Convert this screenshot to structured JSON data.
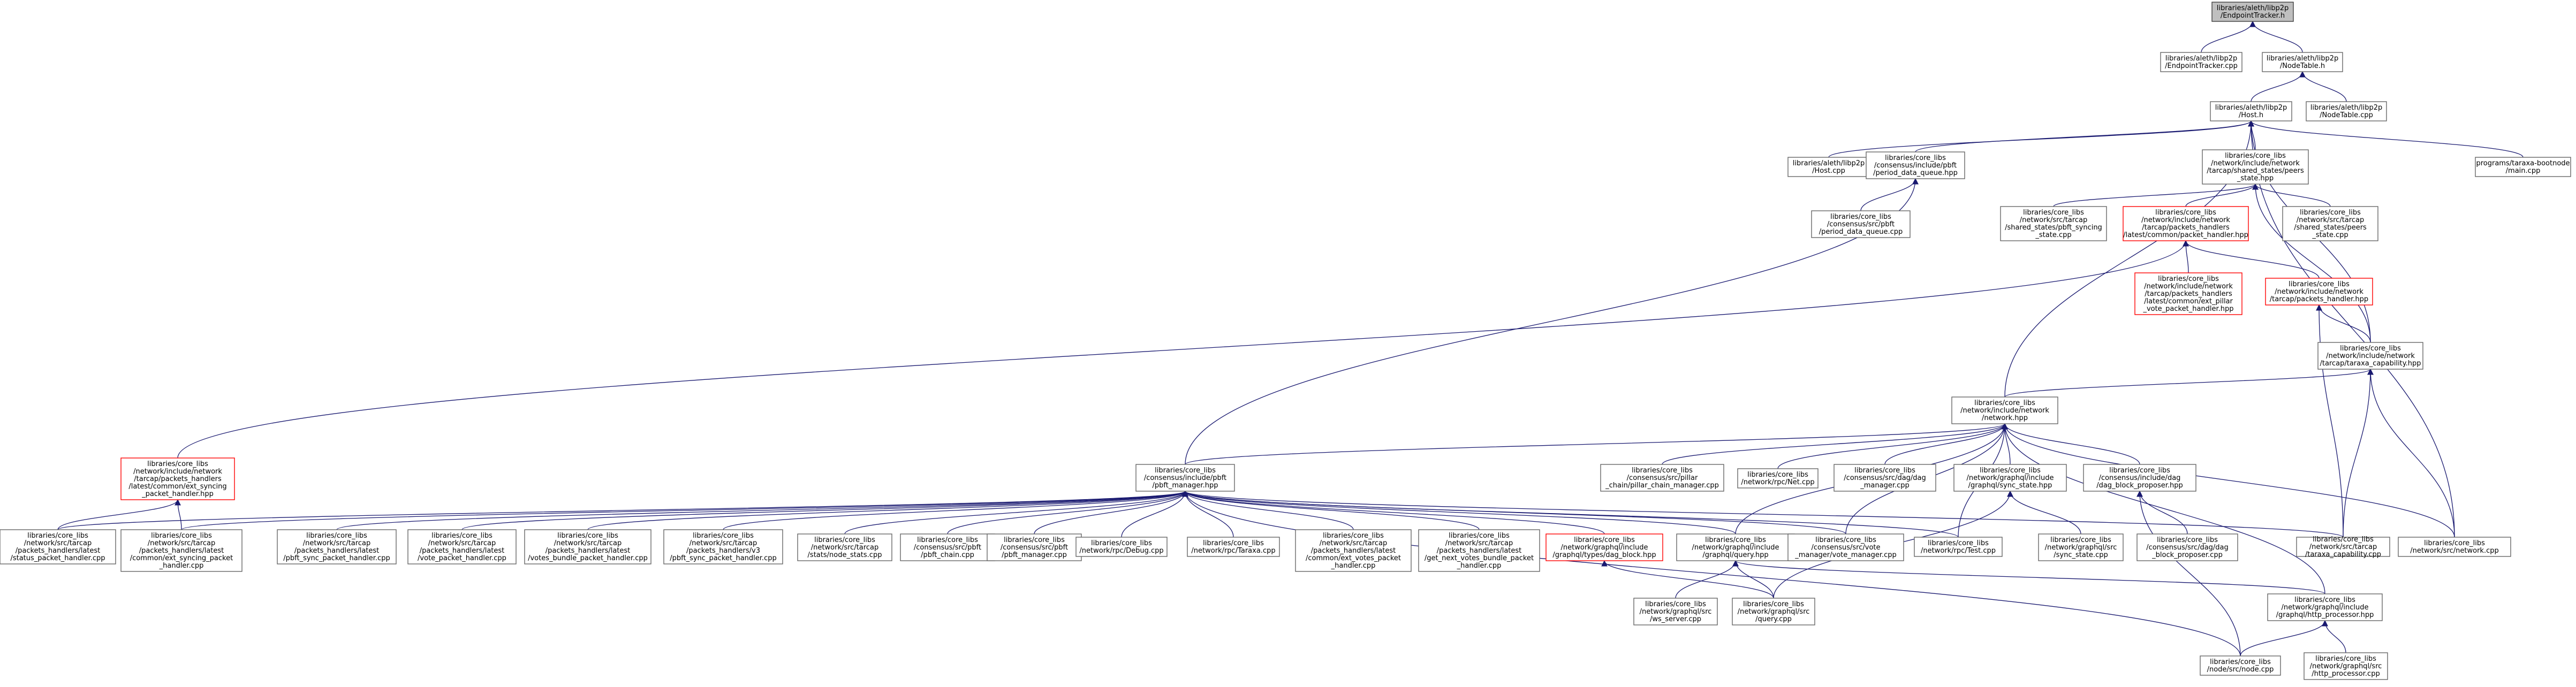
{
  "colors": {
    "edge": "#191970",
    "root_fill": "#bfbfbf",
    "box_border": "#666666",
    "incomplete_border": "#ff0000"
  },
  "nodes": [
    {
      "id": "endpoint_h",
      "lines": [
        "libraries/aleth/libp2p",
        "/EndpointTracker.h"
      ],
      "style": "root"
    },
    {
      "id": "endpoint_cpp",
      "lines": [
        "libraries/aleth/libp2p",
        "/EndpointTracker.cpp"
      ]
    },
    {
      "id": "nodetable_h",
      "lines": [
        "libraries/aleth/libp2p",
        "/NodeTable.h"
      ]
    },
    {
      "id": "host_h",
      "lines": [
        "libraries/aleth/libp2p",
        "/Host.h"
      ]
    },
    {
      "id": "nodetable_cpp",
      "lines": [
        "libraries/aleth/libp2p",
        "/NodeTable.cpp"
      ]
    },
    {
      "id": "host_cpp",
      "lines": [
        "libraries/aleth/libp2p",
        "/Host.cpp"
      ]
    },
    {
      "id": "pdq_hpp",
      "lines": [
        "libraries/core_libs",
        "/consensus/include/pbft",
        "/period_data_queue.hpp"
      ]
    },
    {
      "id": "peers_state_hpp",
      "lines": [
        "libraries/core_libs",
        "/network/include/network",
        "/tarcap/shared_states/peers",
        "_state.hpp"
      ]
    },
    {
      "id": "bootnode_main",
      "lines": [
        "programs/taraxa-bootnode",
        "/main.cpp"
      ]
    },
    {
      "id": "pdq_cpp",
      "lines": [
        "libraries/core_libs",
        "/consensus/src/pbft",
        "/period_data_queue.cpp"
      ]
    },
    {
      "id": "pbft_syncing_state",
      "lines": [
        "libraries/core_libs",
        "/network/src/tarcap",
        "/shared_states/pbft_syncing",
        "_state.cpp"
      ]
    },
    {
      "id": "packet_handler_common",
      "lines": [
        "libraries/core_libs",
        "/network/include/network",
        "/tarcap/packets_handlers",
        "/latest/common/packet_handler.hpp"
      ],
      "style": "red"
    },
    {
      "id": "peers_state_cpp",
      "lines": [
        "libraries/core_libs",
        "/network/src/tarcap",
        "/shared_states/peers",
        "_state.cpp"
      ]
    },
    {
      "id": "ext_pillar_vote",
      "lines": [
        "libraries/core_libs",
        "/network/include/network",
        "/tarcap/packets_handlers",
        "/latest/common/ext_pillar",
        "_vote_packet_handler.hpp"
      ],
      "style": "red"
    },
    {
      "id": "packets_handler_hpp",
      "lines": [
        "libraries/core_libs",
        "/network/include/network",
        "/tarcap/packets_handler.hpp"
      ],
      "style": "red"
    },
    {
      "id": "taraxa_capability_hpp",
      "lines": [
        "libraries/core_libs",
        "/network/include/network",
        "/tarcap/taraxa_capability.hpp"
      ]
    },
    {
      "id": "network_hpp",
      "lines": [
        "libraries/core_libs",
        "/network/include/network",
        "/network.hpp"
      ]
    },
    {
      "id": "ext_syncing_hpp",
      "lines": [
        "libraries/core_libs",
        "/network/include/network",
        "/tarcap/packets_handlers",
        "/latest/common/ext_syncing",
        "_packet_handler.hpp"
      ],
      "style": "red"
    },
    {
      "id": "pbft_manager_hpp",
      "lines": [
        "libraries/core_libs",
        "/consensus/include/pbft",
        "/pbft_manager.hpp"
      ]
    },
    {
      "id": "pillar_chain_mgr",
      "lines": [
        "libraries/core_libs",
        "/consensus/src/pillar",
        "_chain/pillar_chain_manager.cpp"
      ]
    },
    {
      "id": "rpc_net",
      "lines": [
        "libraries/core_libs",
        "/network/rpc/Net.cpp"
      ]
    },
    {
      "id": "dag_manager",
      "lines": [
        "libraries/core_libs",
        "/consensus/src/dag/dag",
        "_manager.cpp"
      ]
    },
    {
      "id": "sync_state_hpp",
      "lines": [
        "libraries/core_libs",
        "/network/graphql/include",
        "/graphql/sync_state.hpp"
      ]
    },
    {
      "id": "dag_block_proposer_hpp",
      "lines": [
        "libraries/core_libs",
        "/consensus/include/dag",
        "/dag_block_proposer.hpp"
      ]
    },
    {
      "id": "status_handler",
      "lines": [
        "libraries/core_libs",
        "/network/src/tarcap",
        "/packets_handlers/latest",
        "/status_packet_handler.cpp"
      ]
    },
    {
      "id": "ext_syncing_cpp",
      "lines": [
        "libraries/core_libs",
        "/network/src/tarcap",
        "/packets_handlers/latest",
        "/common/ext_syncing_packet",
        "_handler.cpp"
      ]
    },
    {
      "id": "pbft_sync_v1",
      "lines": [
        "libraries/core_libs",
        "/network/src/tarcap",
        "/packets_handlers/latest",
        "/pbft_sync_packet_handler.cpp"
      ]
    },
    {
      "id": "vote_handler",
      "lines": [
        "libraries/core_libs",
        "/network/src/tarcap",
        "/packets_handlers/latest",
        "/vote_packet_handler.cpp"
      ]
    },
    {
      "id": "votes_bundle",
      "lines": [
        "libraries/core_libs",
        "/network/src/tarcap",
        "/packets_handlers/latest",
        "/votes_bundle_packet_handler.cpp"
      ]
    },
    {
      "id": "pbft_sync_v3",
      "lines": [
        "libraries/core_libs",
        "/network/src/tarcap",
        "/packets_handlers/v3",
        "/pbft_sync_packet_handler.cpp"
      ]
    },
    {
      "id": "node_stats",
      "lines": [
        "libraries/core_libs",
        "/network/src/tarcap",
        "/stats/node_stats.cpp"
      ]
    },
    {
      "id": "pbft_chain",
      "lines": [
        "libraries/core_libs",
        "/consensus/src/pbft",
        "/pbft_chain.cpp"
      ]
    },
    {
      "id": "pbft_manager_cpp",
      "lines": [
        "libraries/core_libs",
        "/consensus/src/pbft",
        "/pbft_manager.cpp"
      ]
    },
    {
      "id": "rpc_debug",
      "lines": [
        "libraries/core_libs",
        "/network/rpc/Debug.cpp"
      ]
    },
    {
      "id": "rpc_taraxa",
      "lines": [
        "libraries/core_libs",
        "/network/rpc/Taraxa.cpp"
      ]
    },
    {
      "id": "ext_votes",
      "lines": [
        "libraries/core_libs",
        "/network/src/tarcap",
        "/packets_handlers/latest",
        "/common/ext_votes_packet",
        "_handler.cpp"
      ]
    },
    {
      "id": "get_next_votes",
      "lines": [
        "libraries/core_libs",
        "/network/src/tarcap",
        "/packets_handlers/latest",
        "/get_next_votes_bundle_packet",
        "_handler.cpp"
      ]
    },
    {
      "id": "dag_block_hpp",
      "lines": [
        "libraries/core_libs",
        "/network/graphql/include",
        "/graphql/types/dag_block.hpp"
      ],
      "style": "red"
    },
    {
      "id": "query_hpp",
      "lines": [
        "libraries/core_libs",
        "/network/graphql/include",
        "/graphql/query.hpp"
      ]
    },
    {
      "id": "vote_manager",
      "lines": [
        "libraries/core_libs",
        "/consensus/src/vote",
        "_manager/vote_manager.cpp"
      ]
    },
    {
      "id": "rpc_test",
      "lines": [
        "libraries/core_libs",
        "/network/rpc/Test.cpp"
      ]
    },
    {
      "id": "sync_state_cpp",
      "lines": [
        "libraries/core_libs",
        "/network/graphql/src",
        "/sync_state.cpp"
      ]
    },
    {
      "id": "dag_block_proposer_cpp",
      "lines": [
        "libraries/core_libs",
        "/consensus/src/dag/dag",
        "_block_proposer.cpp"
      ]
    },
    {
      "id": "taraxa_capability_cpp",
      "lines": [
        "libraries/core_libs",
        "/network/src/tarcap",
        "/taraxa_capability.cpp"
      ]
    },
    {
      "id": "network_cpp",
      "lines": [
        "libraries/core_libs",
        "/network/src/network.cpp"
      ]
    },
    {
      "id": "ws_server",
      "lines": [
        "libraries/core_libs",
        "/network/graphql/src",
        "/ws_server.cpp"
      ]
    },
    {
      "id": "query_cpp",
      "lines": [
        "libraries/core_libs",
        "/network/graphql/src",
        "/query.cpp"
      ]
    },
    {
      "id": "http_processor_hpp",
      "lines": [
        "libraries/core_libs",
        "/network/graphql/include",
        "/graphql/http_processor.hpp"
      ]
    },
    {
      "id": "node_cpp",
      "lines": [
        "libraries/core_libs",
        "/node/src/node.cpp"
      ]
    },
    {
      "id": "http_processor_cpp",
      "lines": [
        "libraries/core_libs",
        "/network/graphql/src",
        "/http_processor.cpp"
      ]
    }
  ],
  "edges": [
    [
      "endpoint_cpp",
      "endpoint_h"
    ],
    [
      "nodetable_h",
      "endpoint_h"
    ],
    [
      "host_h",
      "nodetable_h"
    ],
    [
      "nodetable_cpp",
      "nodetable_h"
    ],
    [
      "host_cpp",
      "host_h"
    ],
    [
      "pdq_hpp",
      "host_h"
    ],
    [
      "peers_state_hpp",
      "host_h"
    ],
    [
      "bootnode_main",
      "host_h"
    ],
    [
      "network_hpp",
      "host_h"
    ],
    [
      "taraxa_capability_hpp",
      "host_h"
    ],
    [
      "network_cpp",
      "host_h"
    ],
    [
      "pdq_cpp",
      "pdq_hpp"
    ],
    [
      "pbft_manager_hpp",
      "pdq_hpp"
    ],
    [
      "pbft_syncing_state",
      "peers_state_hpp"
    ],
    [
      "packet_handler_common",
      "peers_state_hpp"
    ],
    [
      "peers_state_cpp",
      "peers_state_hpp"
    ],
    [
      "taraxa_capability_hpp",
      "peers_state_hpp"
    ],
    [
      "ext_pillar_vote",
      "packet_handler_common"
    ],
    [
      "packets_handler_hpp",
      "packet_handler_common"
    ],
    [
      "ext_syncing_hpp",
      "packet_handler_common"
    ],
    [
      "taraxa_capability_hpp",
      "packets_handler_hpp"
    ],
    [
      "taraxa_capability_cpp",
      "packets_handler_hpp"
    ],
    [
      "network_hpp",
      "taraxa_capability_hpp"
    ],
    [
      "taraxa_capability_cpp",
      "taraxa_capability_hpp"
    ],
    [
      "network_cpp",
      "taraxa_capability_hpp"
    ],
    [
      "pbft_manager_hpp",
      "network_hpp"
    ],
    [
      "pillar_chain_mgr",
      "network_hpp"
    ],
    [
      "rpc_net",
      "network_hpp"
    ],
    [
      "dag_manager",
      "network_hpp"
    ],
    [
      "sync_state_hpp",
      "network_hpp"
    ],
    [
      "dag_block_proposer_hpp",
      "network_hpp"
    ],
    [
      "query_hpp",
      "network_hpp"
    ],
    [
      "vote_manager",
      "network_hpp"
    ],
    [
      "rpc_test",
      "network_hpp"
    ],
    [
      "network_cpp",
      "network_hpp"
    ],
    [
      "http_processor_hpp",
      "network_hpp"
    ],
    [
      "status_handler",
      "ext_syncing_hpp"
    ],
    [
      "ext_syncing_cpp",
      "ext_syncing_hpp"
    ],
    [
      "status_handler",
      "pbft_manager_hpp"
    ],
    [
      "ext_syncing_cpp",
      "pbft_manager_hpp"
    ],
    [
      "pbft_sync_v1",
      "pbft_manager_hpp"
    ],
    [
      "vote_handler",
      "pbft_manager_hpp"
    ],
    [
      "votes_bundle",
      "pbft_manager_hpp"
    ],
    [
      "pbft_sync_v3",
      "pbft_manager_hpp"
    ],
    [
      "node_stats",
      "pbft_manager_hpp"
    ],
    [
      "pbft_chain",
      "pbft_manager_hpp"
    ],
    [
      "pbft_manager_cpp",
      "pbft_manager_hpp"
    ],
    [
      "rpc_debug",
      "pbft_manager_hpp"
    ],
    [
      "rpc_taraxa",
      "pbft_manager_hpp"
    ],
    [
      "ext_votes",
      "pbft_manager_hpp"
    ],
    [
      "get_next_votes",
      "pbft_manager_hpp"
    ],
    [
      "dag_block_hpp",
      "pbft_manager_hpp"
    ],
    [
      "query_hpp",
      "pbft_manager_hpp"
    ],
    [
      "vote_manager",
      "pbft_manager_hpp"
    ],
    [
      "rpc_test",
      "pbft_manager_hpp"
    ],
    [
      "taraxa_capability_cpp",
      "pbft_manager_hpp"
    ],
    [
      "node_cpp",
      "pbft_manager_hpp"
    ],
    [
      "sync_state_cpp",
      "sync_state_hpp"
    ],
    [
      "query_cpp",
      "sync_state_hpp"
    ],
    [
      "dag_block_proposer_cpp",
      "dag_block_proposer_hpp"
    ],
    [
      "node_cpp",
      "dag_block_proposer_hpp"
    ],
    [
      "query_cpp",
      "dag_block_hpp"
    ],
    [
      "ws_server",
      "query_hpp"
    ],
    [
      "query_cpp",
      "query_hpp"
    ],
    [
      "http_processor_hpp",
      "query_hpp"
    ],
    [
      "node_cpp",
      "http_processor_hpp"
    ],
    [
      "http_processor_cpp",
      "http_processor_hpp"
    ]
  ]
}
